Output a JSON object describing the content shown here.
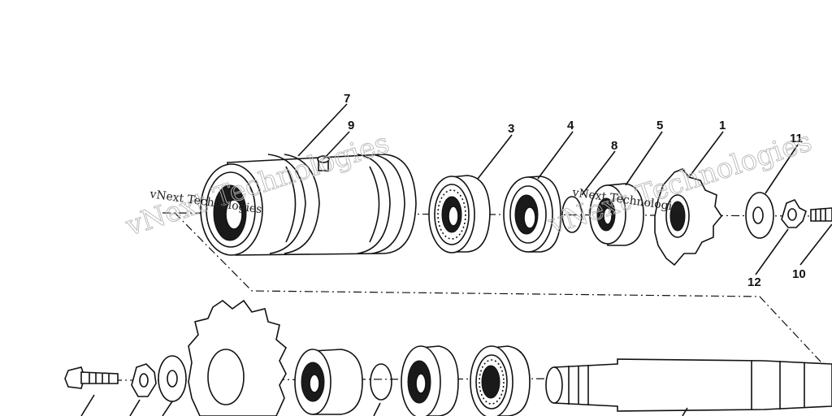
{
  "callouts": {
    "c7": "7",
    "c9": "9",
    "c3": "3",
    "c4": "4",
    "c8": "8",
    "c5": "5",
    "c1": "1",
    "c11": "11",
    "c12": "12",
    "c10": "10"
  },
  "watermark": {
    "text_large": "vNext Technologies",
    "text_small": "vNext Technologies"
  },
  "colors": {
    "ink": "#111111",
    "background": "#ffffff",
    "watermark": "#b8b8b8"
  }
}
